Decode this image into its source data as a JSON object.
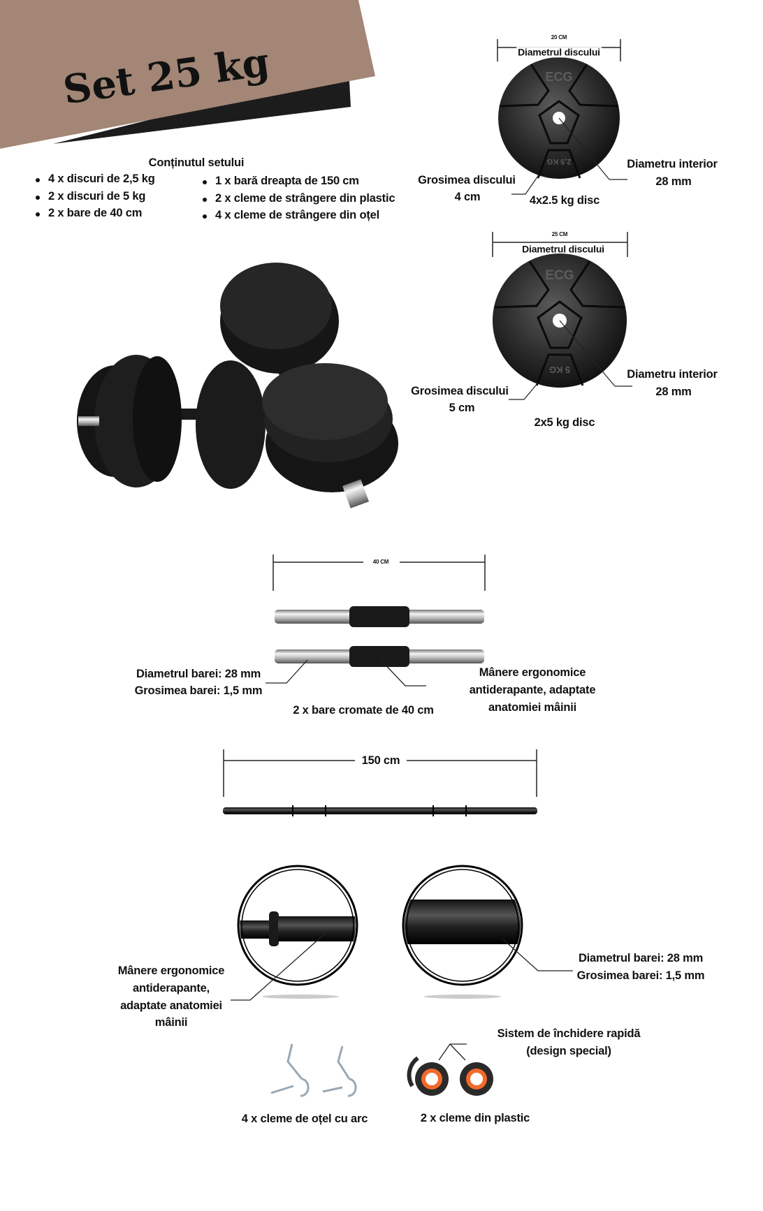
{
  "title": "Set 25 kg",
  "colors": {
    "banner": "#a38676",
    "banner_shadow": "#1c1c1c",
    "text": "#111111",
    "clip_accent": "#f26a2b"
  },
  "contents": {
    "heading": "Conținutul setului",
    "left_items": [
      "4 x discuri de 2,5 kg",
      "2 x discuri de 5 kg",
      "2 x bare de 40 cm"
    ],
    "right_items": [
      "1 x bară dreapta de 150 cm",
      "2 x cleme de strângere din plastic",
      "4 x cleme de strângere din oțel"
    ]
  },
  "disc_small": {
    "dimension": "20 CM",
    "diameter_label": "Diametrul discului",
    "thickness_label": "Grosimea discului",
    "thickness_value": "4 cm",
    "inner_label": "Diametru interior",
    "inner_value": "28 mm",
    "caption": "4x2.5 kg disc",
    "plate_brand": "ECG",
    "plate_weight": "2,5 KG"
  },
  "disc_large": {
    "dimension": "25 CM",
    "diameter_label": "Diametrul discului",
    "thickness_label": "Grosimea discului",
    "thickness_value": "5 cm",
    "inner_label": "Diametru interior",
    "inner_value": "28 mm",
    "caption": "2x5 kg disc",
    "plate_brand": "ECG",
    "plate_weight": "5 KG"
  },
  "short_bars": {
    "dimension": "40 CM",
    "diameter": "Diametrul barei: 28 mm",
    "thickness": "Grosimea barei: 1,5 mm",
    "caption": "2 x bare cromate de 40 cm",
    "grip_lines": [
      "Mânere ergonomice",
      "antiderapante, adaptate",
      "anatomiei mâinii"
    ]
  },
  "long_bar": {
    "dimension": "150 cm"
  },
  "detail": {
    "grip_lines": [
      "Mânere ergonomice",
      "antiderapante,",
      "adaptate anatomiei",
      "mâinii"
    ],
    "diameter": "Diametrul barei: 28 mm",
    "thickness": "Grosimea barei: 1,5 mm"
  },
  "clips": {
    "quick_lock": [
      "Sistem de închidere rapidă",
      "(design special)"
    ],
    "steel_caption": "4 x cleme de oțel cu arc",
    "plastic_caption": "2 x cleme din plastic"
  }
}
